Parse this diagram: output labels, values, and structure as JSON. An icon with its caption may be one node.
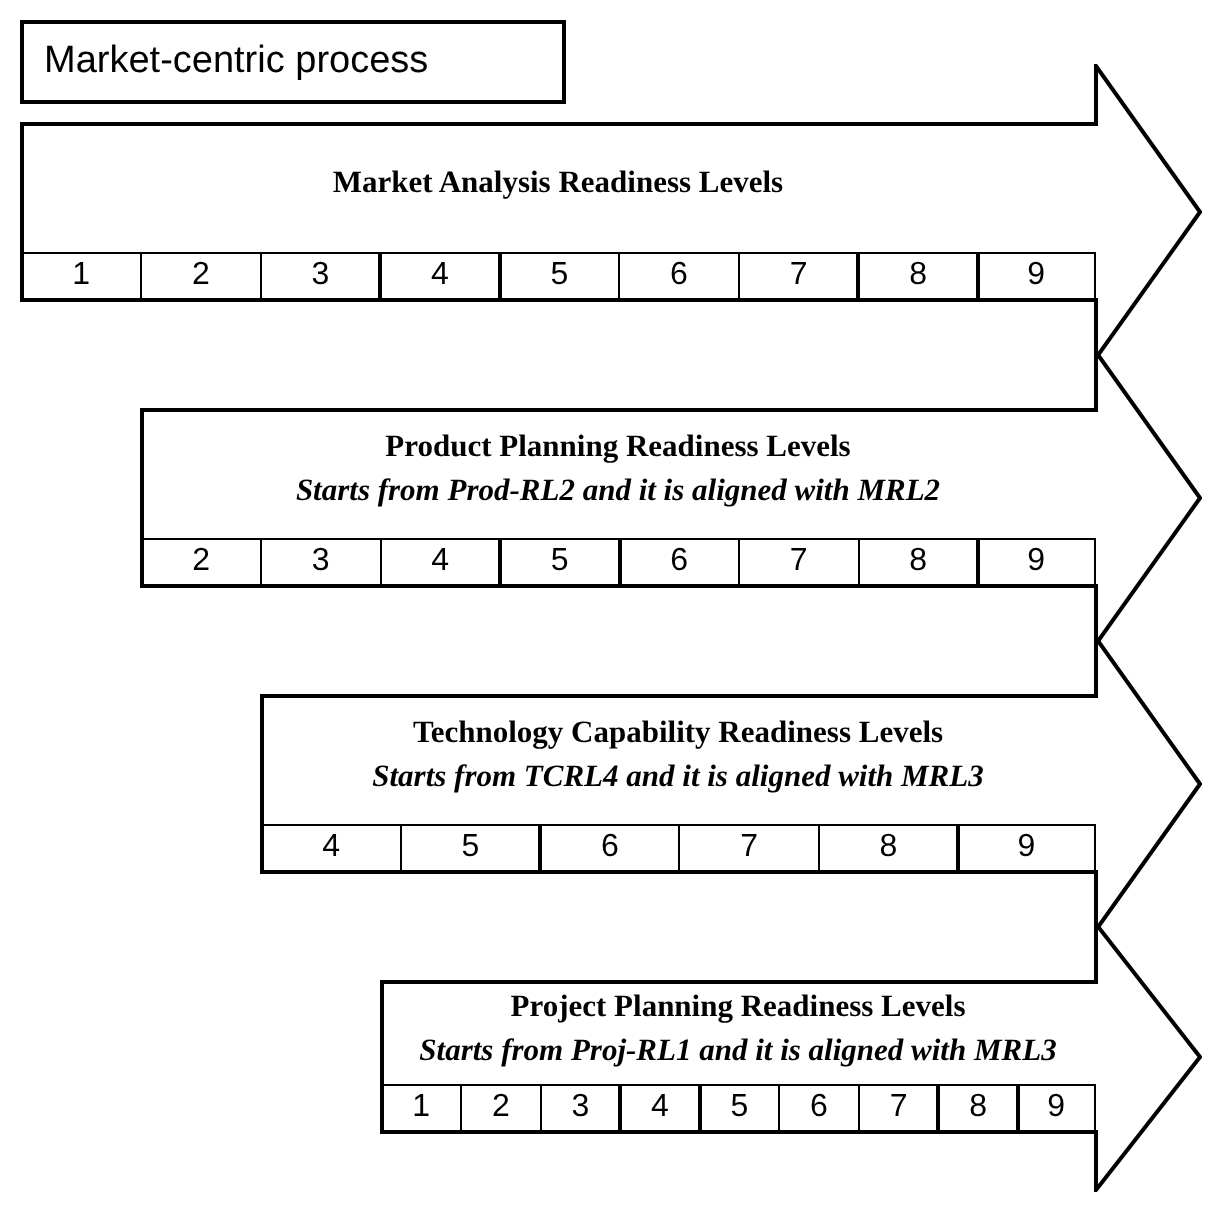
{
  "diagram": {
    "nodes": [
      {
        "text": [
          "Market-centric process"
        ]
      },
      {
        "text": [
          "Market Analysis  Readiness Levels"
        ]
      },
      {
        "text": [
          "1"
        ],
        "in": 1
      },
      {
        "text": [
          "2"
        ],
        "in": 1
      },
      {
        "text": [
          "3"
        ],
        "in": 1
      },
      {
        "text": [
          "4"
        ],
        "in": 1
      },
      {
        "text": [
          "5"
        ],
        "in": 1
      },
      {
        "text": [
          "6"
        ],
        "in": 1
      },
      {
        "text": [
          "7"
        ],
        "in": 1
      },
      {
        "text": [
          "8"
        ],
        "in": 1
      },
      {
        "text": [
          "9"
        ],
        "in": 1
      },
      {
        "text": [
          "Product Planning Readiness Levels",
          "Starts from Prod-RL2 and it is aligned with  MRL2"
        ]
      },
      {
        "text": [
          "2"
        ],
        "in": 11
      },
      {
        "text": [
          "3"
        ],
        "in": 11
      },
      {
        "text": [
          "4"
        ],
        "in": 11
      },
      {
        "text": [
          "5"
        ],
        "in": 11
      },
      {
        "text": [
          "6"
        ],
        "in": 11
      },
      {
        "text": [
          "7"
        ],
        "in": 11
      },
      {
        "text": [
          "8"
        ],
        "in": 11
      },
      {
        "text": [
          "9"
        ],
        "in": 11
      },
      {
        "text": [
          "Technology Capability  Readiness Levels",
          "Starts from TCRL4 and it is aligned with  MRL3"
        ]
      },
      {
        "text": [
          "4"
        ],
        "in": 20
      },
      {
        "text": [
          "5"
        ],
        "in": 20
      },
      {
        "text": [
          "6"
        ],
        "in": 20
      },
      {
        "text": [
          "7"
        ],
        "in": 20
      },
      {
        "text": [
          "8"
        ],
        "in": 20
      },
      {
        "text": [
          "9"
        ],
        "in": 20
      },
      {
        "text": [
          "Project Planning Readiness Levels",
          "Starts from Proj-RL1 and it is aligned with MRL3"
        ]
      },
      {
        "text": [
          "1"
        ],
        "in": 27
      },
      {
        "text": [
          "2"
        ],
        "in": 27
      },
      {
        "text": [
          "3"
        ],
        "in": 27
      },
      {
        "text": [
          "4"
        ],
        "in": 27
      },
      {
        "text": [
          "5"
        ],
        "in": 27
      },
      {
        "text": [
          "6"
        ],
        "in": 27
      },
      {
        "text": [
          "7"
        ],
        "in": 27
      },
      {
        "text": [
          "8"
        ],
        "in": 27
      },
      {
        "text": [
          "9"
        ],
        "in": 27
      }
    ]
  }
}
